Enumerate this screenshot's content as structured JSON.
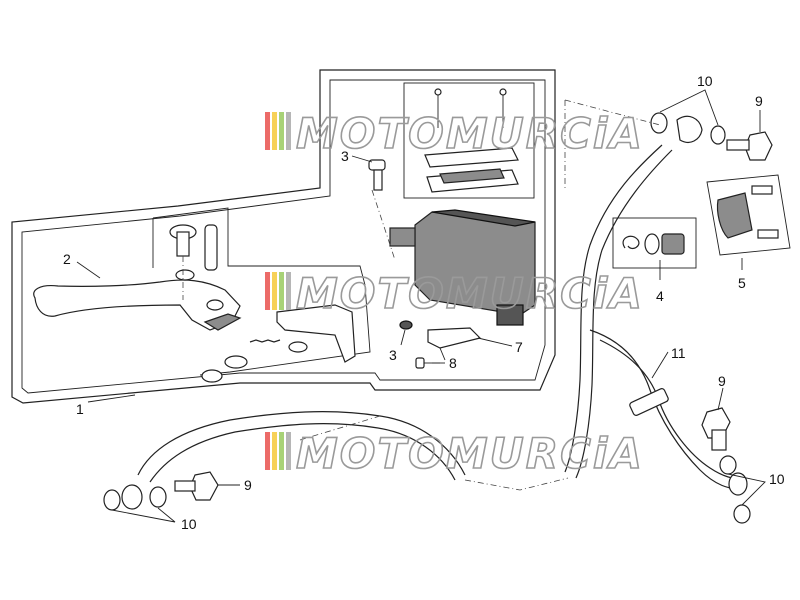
{
  "watermark": {
    "text": "MOTOMURCiA",
    "stripe_colors": [
      "#e53935",
      "#f4c21f",
      "#8bc34a",
      "#9e9e9e"
    ]
  },
  "callouts": [
    {
      "id": "c1",
      "label": "1"
    },
    {
      "id": "c2",
      "label": "2"
    },
    {
      "id": "c3a",
      "label": "3"
    },
    {
      "id": "c3b",
      "label": "3"
    },
    {
      "id": "c4",
      "label": "4"
    },
    {
      "id": "c5",
      "label": "5"
    },
    {
      "id": "c7",
      "label": "7"
    },
    {
      "id": "c8",
      "label": "8"
    },
    {
      "id": "c9a",
      "label": "9"
    },
    {
      "id": "c9b",
      "label": "9"
    },
    {
      "id": "c9c",
      "label": "9"
    },
    {
      "id": "c10a",
      "label": "10"
    },
    {
      "id": "c10b",
      "label": "10"
    },
    {
      "id": "c10c",
      "label": "10"
    },
    {
      "id": "c11",
      "label": "11"
    }
  ]
}
